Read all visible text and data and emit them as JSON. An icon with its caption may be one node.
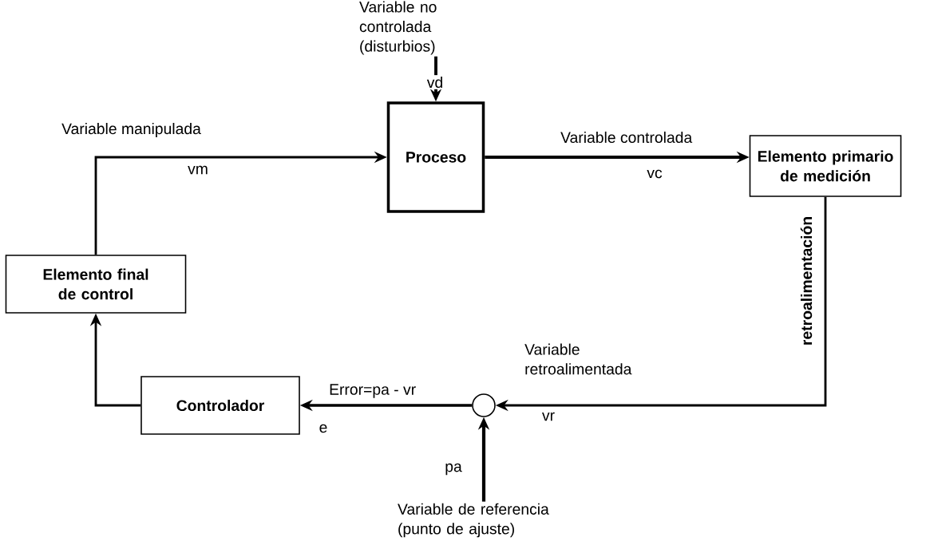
{
  "diagram": {
    "nodes": [
      {
        "text": [
          "Variable no controlada (disturbios)"
        ]
      },
      {
        "text": [
          "Proceso"
        ]
      },
      {
        "text": [
          "Elemento primario de medición"
        ]
      },
      {
        "text": [
          "Elemento final de control"
        ]
      },
      {
        "text": [
          "Controlador"
        ]
      },
      {
        "text": [],
        "shape": "circle"
      },
      {
        "text": [
          "Variable de referencia (punto de ajuste)"
        ]
      }
    ],
    "edges": [
      {
        "from": 0,
        "to": 1,
        "arrow": "to",
        "label": "vd"
      },
      {
        "from": 3,
        "to": 1,
        "arrow": "to",
        "label": "vm"
      },
      {
        "from": 1,
        "to": 2,
        "arrow": "to",
        "label": "vc"
      },
      {
        "from": 2,
        "to": 5,
        "arrow": "to",
        "label": "vr"
      },
      {
        "from": 5,
        "to": 4,
        "arrow": "to",
        "label": "e"
      },
      {
        "from": 4,
        "to": 3,
        "arrow": "to"
      },
      {
        "from": 6,
        "to": 5,
        "arrow": "to",
        "label": "pa"
      }
    ],
    "labels": [
      "Variable manipulada",
      "Variable controlada",
      "retroalimentación",
      "Variable retroalimentada",
      "Error=pa - vr"
    ]
  }
}
